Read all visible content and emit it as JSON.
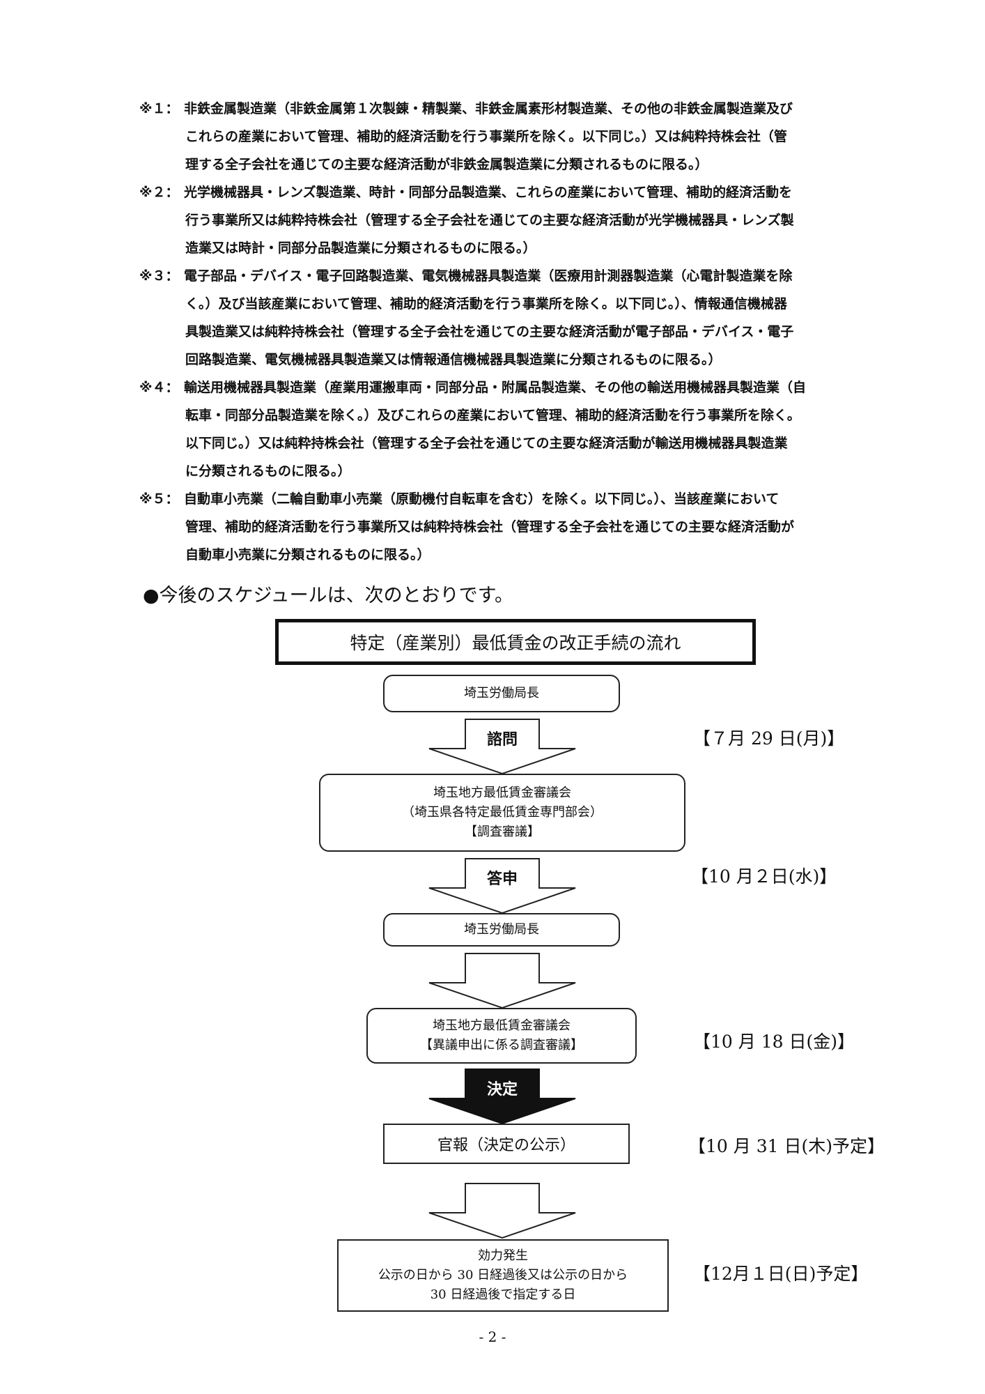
{
  "notes": [
    {
      "mark": "※１：",
      "lines": [
        "非鉄金属製造業（非鉄金属第１次製錬・精製業、非鉄金属素形材製造業、その他の非鉄金属製造業及び",
        "これらの産業において管理、補助的経済活動を行う事業所を除く。以下同じ。）又は純粋持株会社（管",
        "理する全子会社を通じての主要な経済活動が非鉄金属製造業に分類されるものに限る。）"
      ]
    },
    {
      "mark": "※２：",
      "lines": [
        "光学機械器具・レンズ製造業、時計・同部分品製造業、これらの産業において管理、補助的経済活動を",
        "行う事業所又は純粋持株会社（管理する全子会社を通じての主要な経済活動が光学機械器具・レンズ製",
        "造業又は時計・同部分品製造業に分類されるものに限る。）"
      ]
    },
    {
      "mark": "※３：",
      "lines": [
        "電子部品・デバイス・電子回路製造業、電気機械器具製造業（医療用計測器製造業（心電計製造業を除",
        "く。）及び当該産業において管理、補助的経済活動を行う事業所を除く。以下同じ。）、情報通信機械器",
        "具製造業又は純粋持株会社（管理する全子会社を通じての主要な経済活動が電子部品・デバイス・電子",
        "回路製造業、電気機械器具製造業又は情報通信機械器具製造業に分類されるものに限る。）"
      ]
    },
    {
      "mark": "※４：",
      "lines": [
        "輸送用機械器具製造業（産業用運搬車両・同部分品・附属品製造業、その他の輸送用機械器具製造業（自",
        "転車・同部分品製造業を除く。）及びこれらの産業において管理、補助的経済活動を行う事業所を除く。",
        "以下同じ。）又は純粋持株会社（管理する全子会社を通じての主要な経済活動が輸送用機械器具製造業",
        "に分類されるものに限る。）"
      ]
    },
    {
      "mark": "※５：",
      "lines": [
        "自動車小売業（二輪自動車小売業（原動機付自転車を含む）を除く。以下同じ。）、当該産業において",
        "管理、補助的経済活動を行う事業所又は純粋持株会社（管理する全子会社を通じての主要な経済活動が",
        "自動車小売業に分類されるものに限る。）"
      ]
    }
  ],
  "schedule_heading": "●今後のスケジュールは、次のとおりです。",
  "flow": {
    "title": "特定（産業別）最低賃金の改正手続の流れ",
    "box1": "埼玉労働局長",
    "arrow1_label": "諮問",
    "date1": "【７月 29 日(月)】",
    "box2_lines": [
      "埼玉地方最低賃金審議会",
      "（埼玉県各特定最低賃金専門部会）",
      "【調査審議】"
    ],
    "arrow2_label": "答申",
    "date2": "【10 月２日(水)】",
    "box3": "埼玉労働局長",
    "box4_lines": [
      "埼玉地方最低賃金審議会",
      "【異議申出に係る調査審議】"
    ],
    "date3": "【10 月 18 日(金)】",
    "arrow4_label": "決定",
    "box5": "官報（決定の公示）",
    "date4": "【10 月 31 日(木)予定】",
    "box6_lines": [
      "効力発生",
      "公示の日から 30 日経過後又は公示の日から",
      "30 日経過後で指定する日"
    ],
    "date5": "【12月１日(日)予定】"
  },
  "page_number": "- 2 -"
}
